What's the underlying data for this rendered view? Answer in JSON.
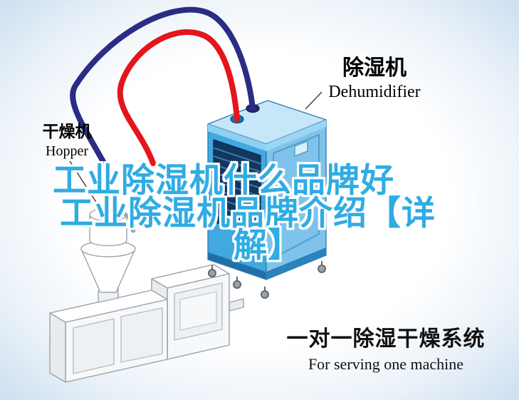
{
  "overlay_title": {
    "line1": "工业除湿机什么品牌好",
    "line2": "工业除湿机品牌介绍【详",
    "line3": "解】",
    "color": "#30ace3"
  },
  "labels": {
    "dehumidifier": {
      "zh": "除湿机",
      "en": "Dehumidifier"
    },
    "hopper": {
      "zh": "干燥机",
      "en": "Hopper"
    }
  },
  "caption": {
    "zh": "一对一除湿干燥系统",
    "en": "For serving one machine"
  },
  "colors": {
    "hose_red": "#e5151c",
    "hose_navy": "#2a2d85",
    "dehumidifier_body": "#41a8e0",
    "title_blue": "#30ace3"
  }
}
